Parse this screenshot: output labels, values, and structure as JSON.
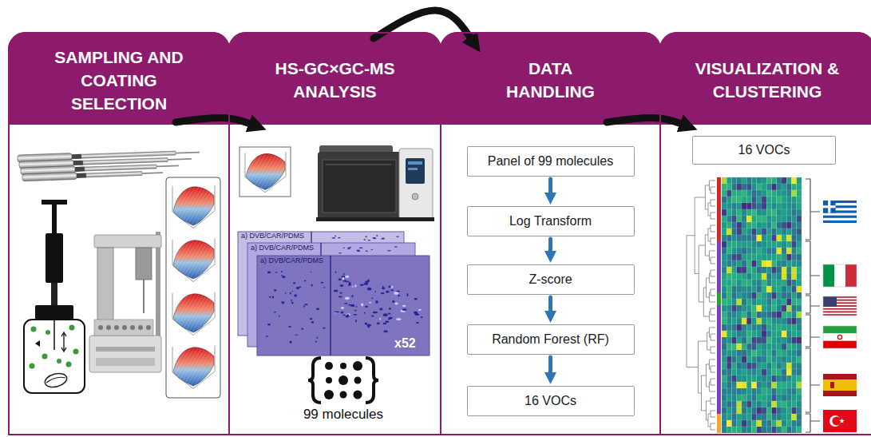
{
  "diagram": {
    "nodes": [
      {
        "text": [
          "SAMPLING AND COATING SELECTION"
        ]
      },
      {
        "text": [
          "HS-GC×GC-MS ANALYSIS"
        ]
      },
      {
        "text": [
          "DATA HANDLING"
        ]
      },
      {
        "text": [
          "VISUALIZATION & CLUSTERING"
        ]
      },
      {
        "text": [
          "Panel of 99 molecules"
        ],
        "in": 2
      },
      {
        "text": [
          "Log Transform"
        ],
        "in": 2
      },
      {
        "text": [
          "Z-score"
        ],
        "in": 2
      },
      {
        "text": [
          "Random Forest (RF)"
        ],
        "in": 2
      },
      {
        "text": [
          "16 VOCs"
        ],
        "in": 2
      },
      {
        "text": [
          "16 VOCs"
        ],
        "in": 3
      }
    ],
    "edges": [
      {
        "from": 0,
        "to": 1,
        "arrow": "to"
      },
      {
        "from": 1,
        "to": 2,
        "arrow": "to"
      },
      {
        "from": 2,
        "to": 3,
        "arrow": "to"
      },
      {
        "from": 4,
        "to": 5,
        "arrow": "to"
      },
      {
        "from": 5,
        "to": 6,
        "arrow": "to"
      },
      {
        "from": 6,
        "to": 7,
        "arrow": "to"
      },
      {
        "from": 7,
        "to": 8,
        "arrow": "to"
      }
    ],
    "labels": [
      "a) DVB/CAR/PDMS",
      "a) DVB/CAR/PDMS",
      "a) DVB/CAR/PDMS",
      "x52",
      "99 molecules"
    ]
  }
}
